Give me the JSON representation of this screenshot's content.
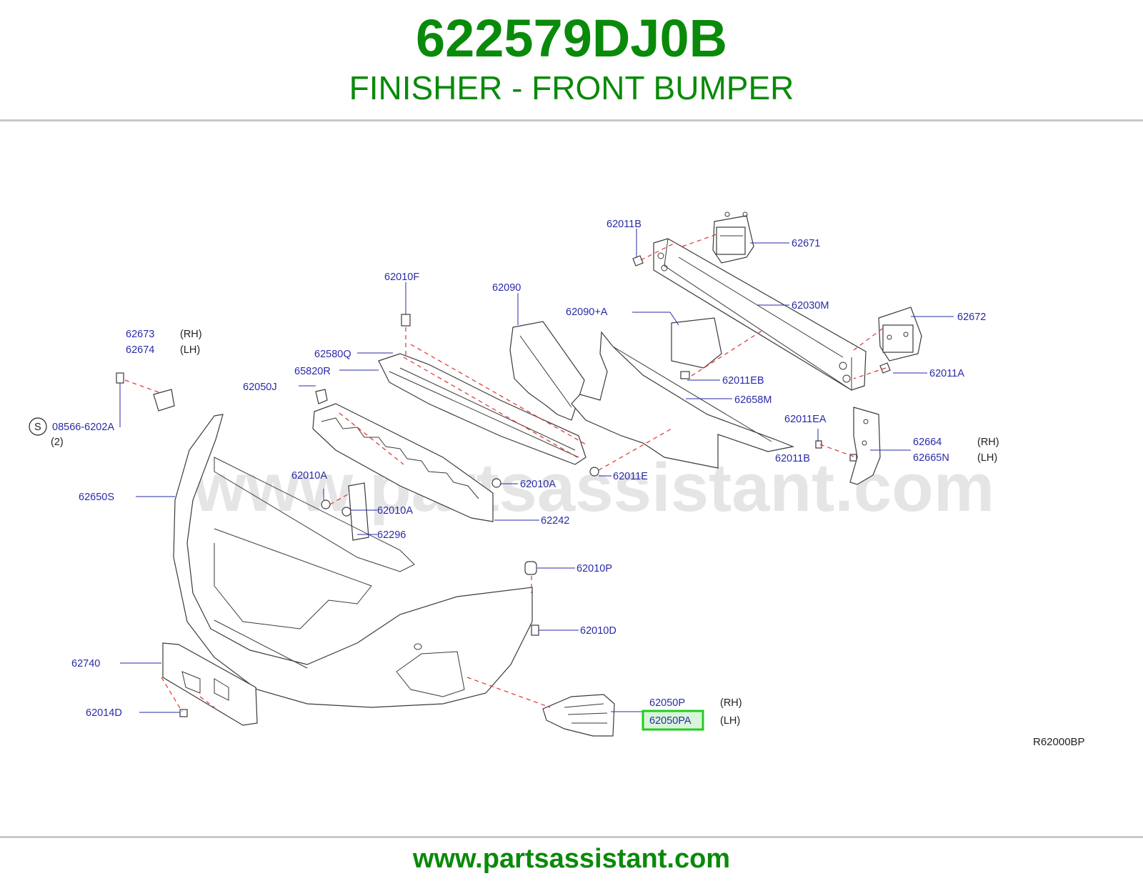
{
  "header": {
    "part_number": "622579DJ0B",
    "part_name": "FINISHER - FRONT BUMPER"
  },
  "footer": {
    "url": "www.partsassistant.com"
  },
  "watermark": "www.partsassistant.com",
  "diagram_code": "R62000BP",
  "colors": {
    "title_green": "#0a8a0a",
    "label_blue": "#2a2aa8",
    "highlight_green": "#22cc22",
    "dash_red": "#e03030"
  },
  "labels": {
    "l_62011B_top": "62011B",
    "l_62671": "62671",
    "l_62010F": "62010F",
    "l_62090": "62090",
    "l_62030M": "62030M",
    "l_62090A": "62090+A",
    "l_62672": "62672",
    "l_62673": "62673",
    "l_62674": "62674",
    "l_62580Q": "62580Q",
    "l_65820R": "65820R",
    "l_62050J": "62050J",
    "l_62011EB": "62011EB",
    "l_62011A": "62011A",
    "l_62658M": "62658M",
    "l_08566": "08566-6202A",
    "l_qty2": "(2)",
    "l_62011EA": "62011EA",
    "l_62664": "62664",
    "l_62665N": "62665N",
    "l_62011B_mid": "62011B",
    "l_62010A_1": "62010A",
    "l_62010A_2": "62010A",
    "l_62011E": "62011E",
    "l_62650S": "62650S",
    "l_62010A_3": "62010A",
    "l_62242": "62242",
    "l_62296": "62296",
    "l_62010P": "62010P",
    "l_62010D": "62010D",
    "l_62740": "62740",
    "l_62050P": "62050P",
    "l_62050PA": "62050PA",
    "l_62014D": "62014D"
  },
  "sides": {
    "rh_1": "(RH)",
    "lh_1": "(LH)",
    "rh_2": "(RH)",
    "lh_2": "(LH)",
    "rh_3": "(RH)",
    "lh_3": "(LH)"
  },
  "s_symbol": "S",
  "highlighted_part": "62050PA"
}
